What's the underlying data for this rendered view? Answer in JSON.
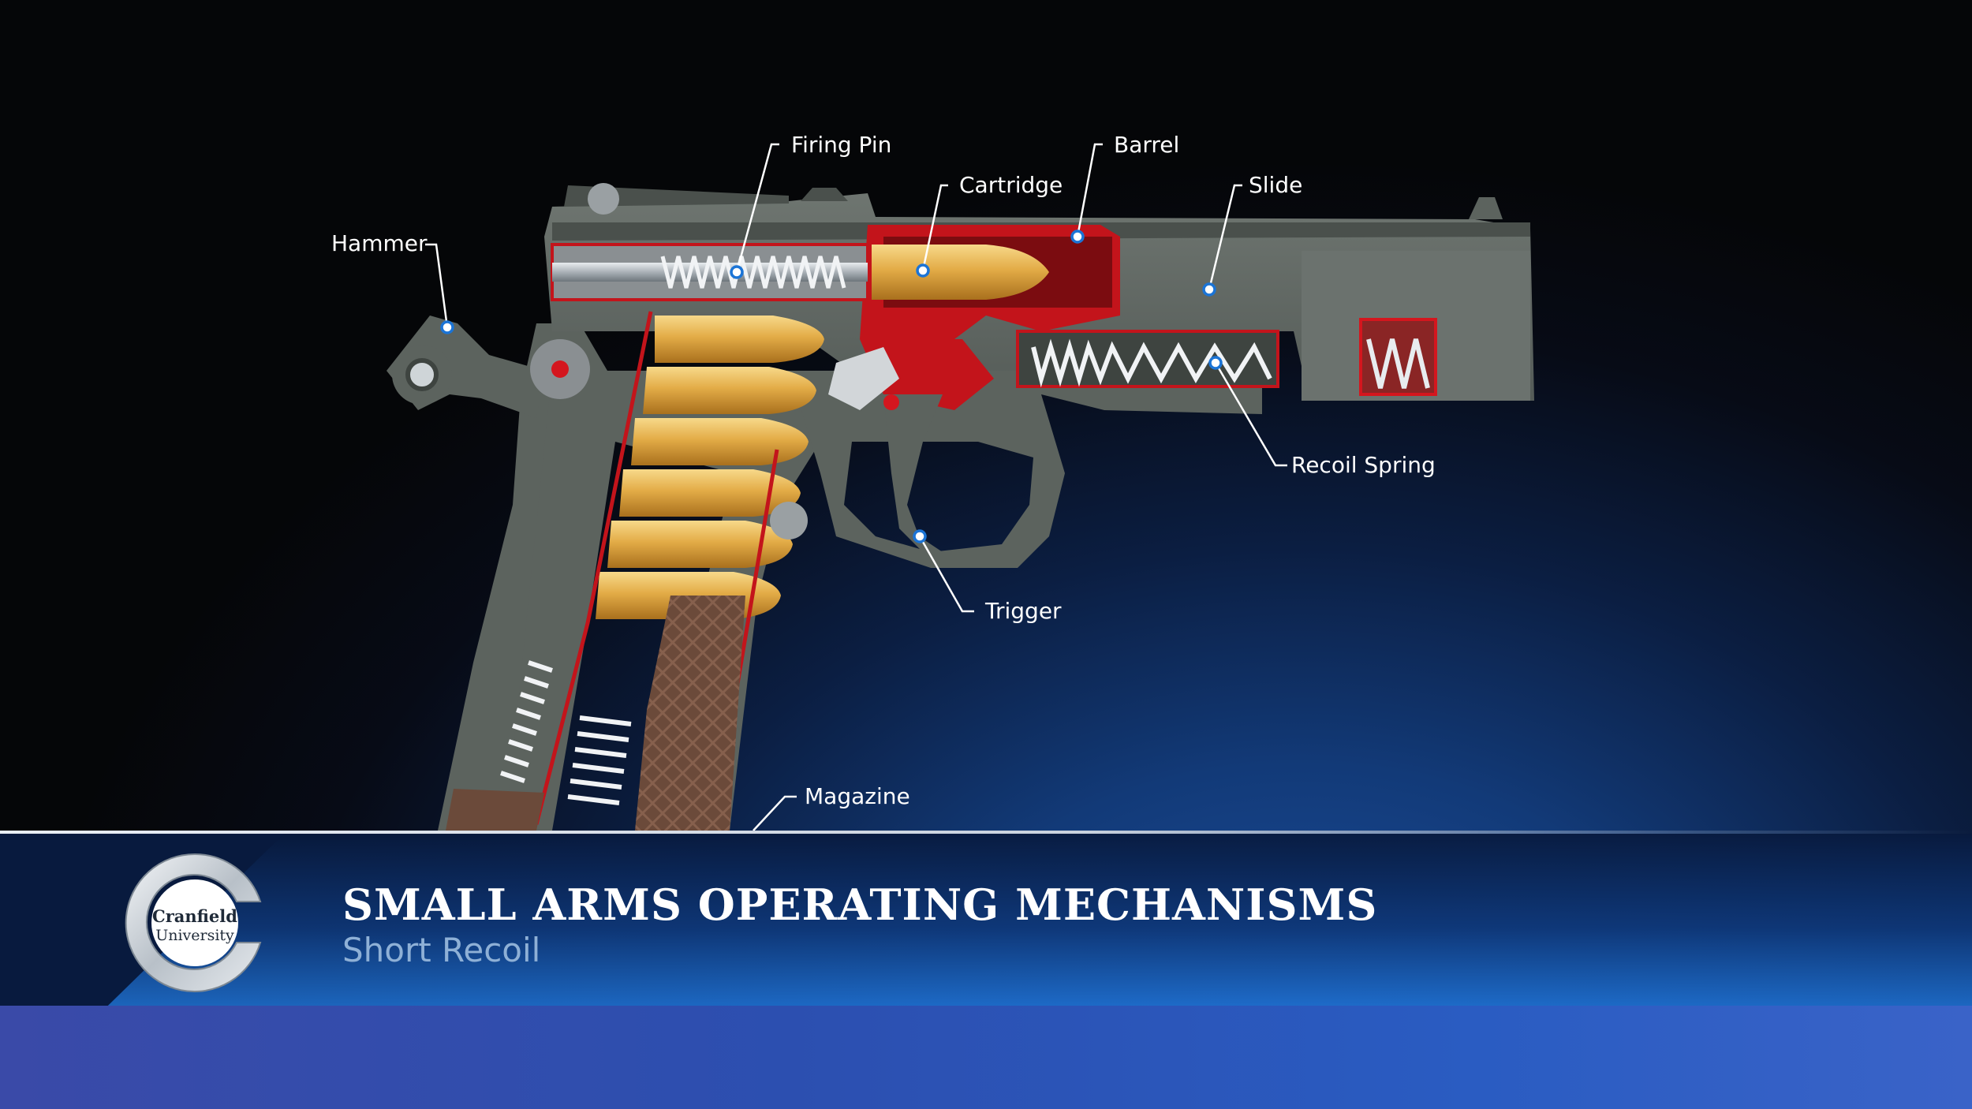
{
  "labels": {
    "firing_pin": "Firing Pin",
    "barrel": "Barrel",
    "cartridge": "Cartridge",
    "slide": "Slide",
    "hammer": "Hammer",
    "recoil_spring": "Recoil Spring",
    "trigger": "Trigger",
    "magazine": "Magazine"
  },
  "banner": {
    "title": "SMALL ARMS OPERATING MECHANISMS",
    "subtitle": "Short Recoil"
  },
  "logo": {
    "line1": "Cranfield",
    "line2": "University"
  },
  "colors": {
    "accent_red": "#d4161e",
    "metal_gray": "#5f6660",
    "brass": "#e2b04a",
    "dot_outline": "#1b74d6"
  }
}
